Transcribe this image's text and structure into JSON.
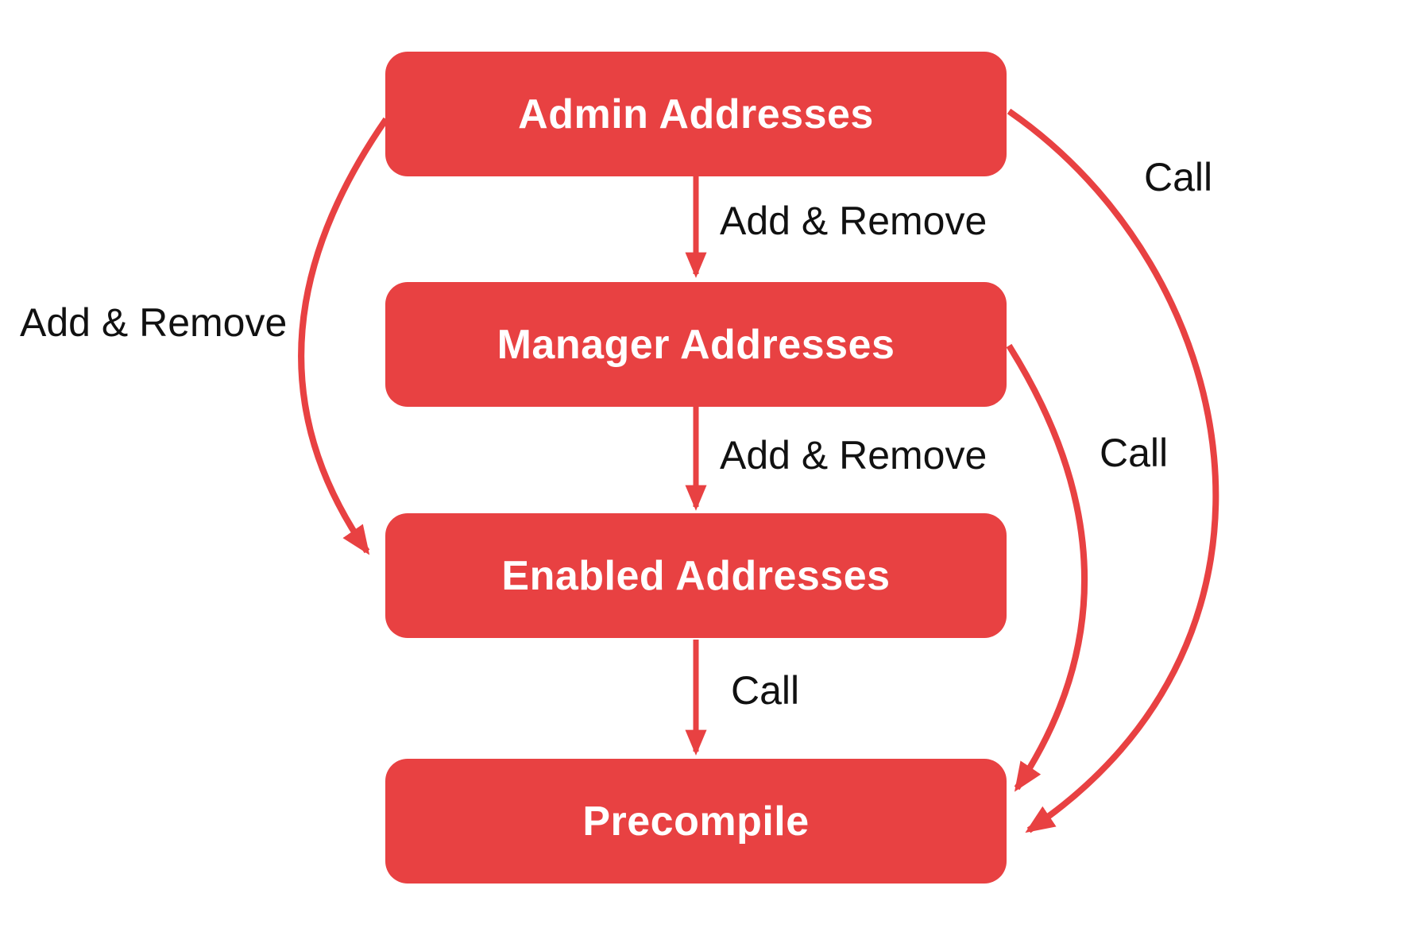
{
  "diagram": {
    "nodes": [
      {
        "id": "admin",
        "label": "Admin Addresses"
      },
      {
        "id": "manager",
        "label": "Manager Addresses"
      },
      {
        "id": "enabled",
        "label": "Enabled Addresses"
      },
      {
        "id": "precompile",
        "label": "Precompile"
      }
    ],
    "edges": [
      {
        "from": "admin",
        "to": "manager",
        "label": "Add & Remove"
      },
      {
        "from": "manager",
        "to": "enabled",
        "label": "Add & Remove"
      },
      {
        "from": "enabled",
        "to": "precompile",
        "label": "Call"
      },
      {
        "from": "admin",
        "to": "enabled",
        "label": "Add & Remove"
      },
      {
        "from": "admin",
        "to": "precompile",
        "label": "Call"
      },
      {
        "from": "manager",
        "to": "precompile",
        "label": "Call"
      }
    ],
    "colors": {
      "node_fill": "#E84142",
      "node_text": "#FFFFFF",
      "arrow": "#E84142",
      "label_text": "#111111",
      "background": "#FFFFFF"
    }
  }
}
